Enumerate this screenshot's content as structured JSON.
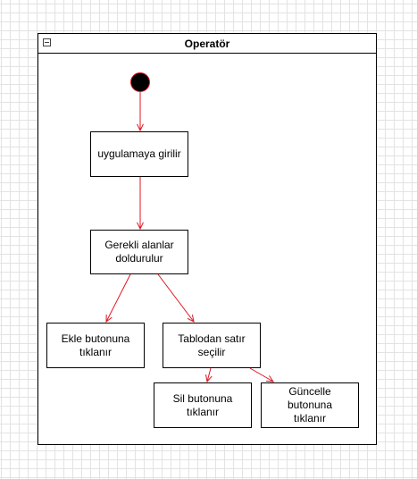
{
  "pool": {
    "title": "Operatör"
  },
  "nodes": {
    "uygulama": "uygulamaya girilir",
    "gerekli": "Gerekli alanlar\ndoldurulur",
    "ekle": "Ekle butonuna\ntıklanır",
    "tablodan": "Tablodan satır\nseçilir",
    "sil": "Sil butonuna\ntıklanır",
    "guncelle": "Güncelle butonuna\ntıklanır"
  },
  "colors": {
    "edge": "#e0141e",
    "node_border": "#000000",
    "grid": "#e3e3e3"
  }
}
